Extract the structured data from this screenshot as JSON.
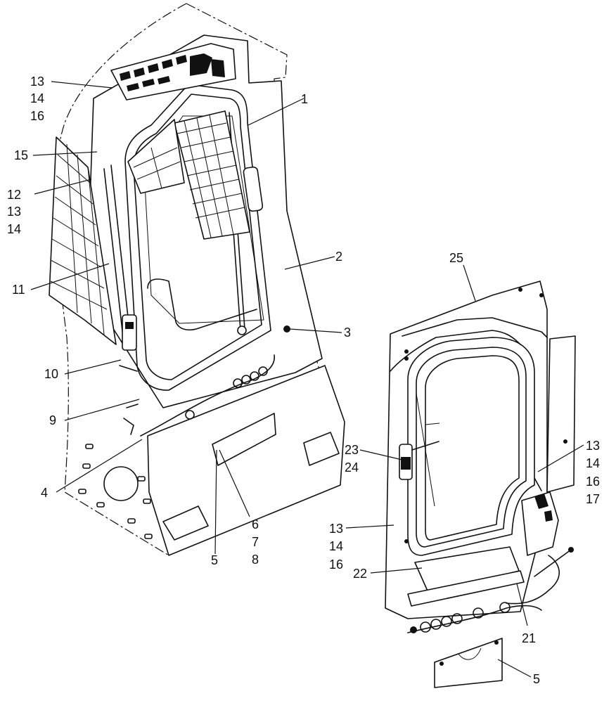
{
  "callouts": {
    "c_13_14_16_top": [
      "13",
      "14",
      "16"
    ],
    "c_1": "1",
    "c_15": "15",
    "c_12_13_14": [
      "12",
      "13",
      "14"
    ],
    "c_2": "2",
    "c_25": "25",
    "c_11": "11",
    "c_3": "3",
    "c_10": "10",
    "c_9": "9",
    "c_4": "4",
    "c_23_24": [
      "23",
      "24"
    ],
    "c_13_14_16_17": [
      "13",
      "14",
      "16",
      "17"
    ],
    "c_6_7_8": [
      "6",
      "7",
      "8"
    ],
    "c_5_left": "5",
    "c_13_14_16_mid": [
      "13",
      "14",
      "16"
    ],
    "c_22": "22",
    "c_21": "21",
    "c_5_bottom": "5"
  }
}
